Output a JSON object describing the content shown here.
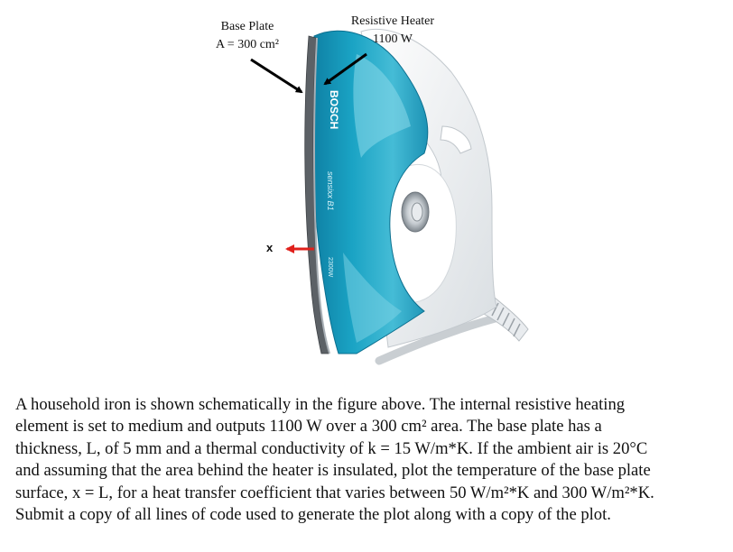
{
  "figure": {
    "base_plate": {
      "title": "Base Plate",
      "area": "A = 300 cm²"
    },
    "heater": {
      "title": "Resistive Heater",
      "power": "1100 W"
    },
    "x_label": "x",
    "brand": "BOSCH",
    "model": "sensixx B1",
    "rating": "2300W",
    "colors": {
      "body": "#1b9fbf",
      "body_light": "#67cde0",
      "handle": "#f3f5f6",
      "plate": "#5c6166",
      "arrow_x": "#e0201b",
      "arrow_label": "#111111"
    }
  },
  "problem": {
    "lines": [
      "A household iron is shown schematically in the figure above.  The internal resistive heating",
      "element is set to medium and outputs 1100 W over a 300 cm² area.  The base plate has a",
      "thickness, L, of 5 mm and a thermal conductivity of k = 15 W/m*K.  If the ambient air is 20°C",
      "and assuming that the area behind the heater is insulated, plot the temperature of the base plate",
      "surface, x = L, for a heat transfer coefficient that varies between 50 W/m²*K and 300 W/m²*K.",
      "Submit a copy of all lines of code used to generate the plot along with a copy of the plot."
    ]
  }
}
